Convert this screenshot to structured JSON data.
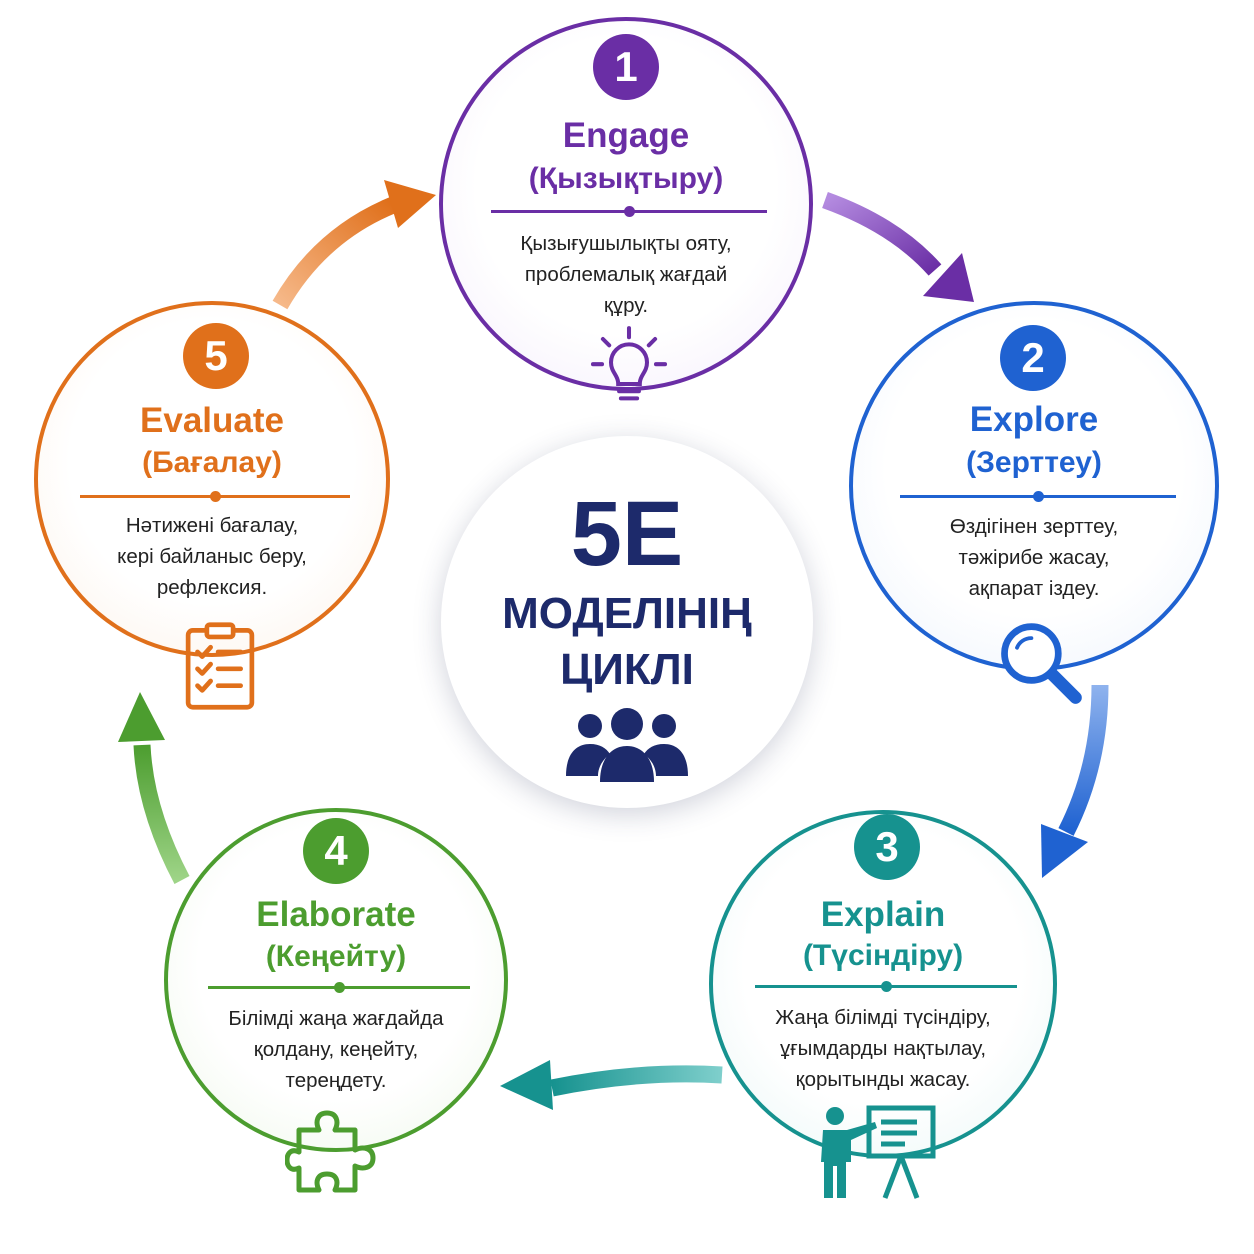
{
  "center": {
    "title": "5E",
    "line1": "МОДЕЛІНІҢ",
    "line2": "ЦИКЛІ",
    "icon": "people-group-icon",
    "color": "#1d2a6b"
  },
  "stages": [
    {
      "number": "1",
      "title": "Engage",
      "subtitle": "(Қызықтыру)",
      "description": [
        "Қызығушылықты ояту,",
        "проблемалық жағдай",
        "құру."
      ],
      "icon": "lightbulb-icon",
      "color": "#6a2ea5"
    },
    {
      "number": "2",
      "title": "Explore",
      "subtitle": "(Зерттеу)",
      "description": [
        "Өздігінен зерттеу,",
        "тәжірибе жасау,",
        "ақпарат іздеу."
      ],
      "icon": "magnifier-icon",
      "color": "#1f62d1"
    },
    {
      "number": "3",
      "title": "Explain",
      "subtitle": "(Түсіндіру)",
      "description": [
        "Жаңа білімді түсіндіру,",
        "ұғымдарды нақтылау,",
        "қорытынды жасау."
      ],
      "icon": "presentation-icon",
      "color": "#16928f"
    },
    {
      "number": "4",
      "title": "Elaborate",
      "subtitle": "(Кеңейту)",
      "description": [
        "Білімді жаңа жағдайда",
        "қолдану, кеңейту,",
        "тереңдету."
      ],
      "icon": "puzzle-piece-icon",
      "color": "#4c9d2f"
    },
    {
      "number": "5",
      "title": "Evaluate",
      "subtitle": "(Бағалау)",
      "description": [
        "Нәтижені бағалау,",
        "кері байланыс беру,",
        "рефлексия."
      ],
      "icon": "clipboard-checklist-icon",
      "color": "#e0701b"
    }
  ]
}
